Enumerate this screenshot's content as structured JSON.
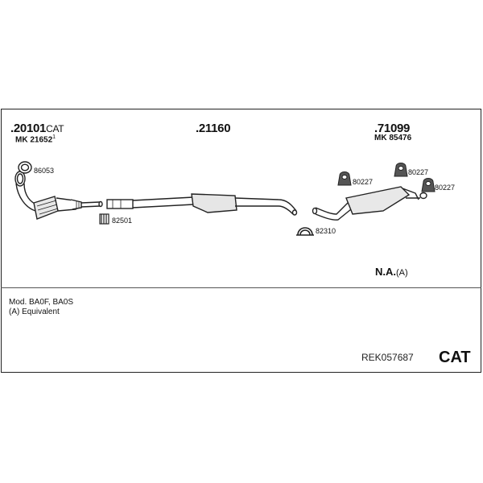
{
  "parts": {
    "p1": {
      "number": "20101",
      "suffix": "CAT",
      "mk": "MK 21652",
      "mk_sup": "1"
    },
    "p2": {
      "number": "21160"
    },
    "p3": {
      "number": "71099",
      "mk": "MK 85476"
    }
  },
  "accessories": {
    "a86053": "86053",
    "a82501": "82501",
    "a82310": "82310",
    "a80227_1": "80227",
    "a80227_2": "80227",
    "a80227_3": "80227"
  },
  "na": {
    "main": "N.A.",
    "sub": "(A)"
  },
  "notes": {
    "line1": "Mod. BA0F, BA0S",
    "line2": "(A) Equivalent"
  },
  "footer": {
    "ref": "REK057687",
    "cat": "CAT"
  }
}
